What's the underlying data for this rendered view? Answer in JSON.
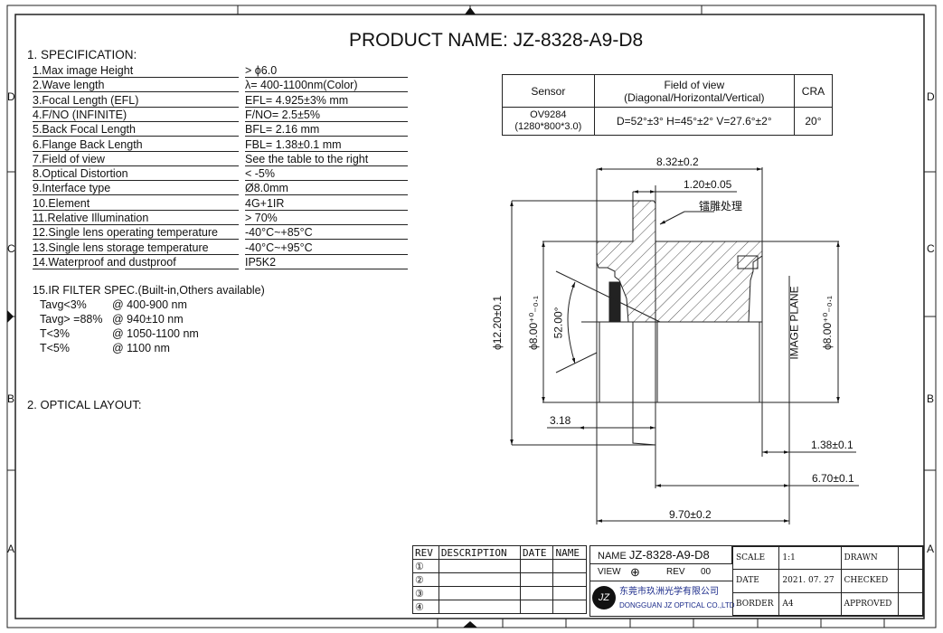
{
  "title": "PRODUCT NAME: JZ-8328-A9-D8",
  "zones": [
    "D",
    "C",
    "B",
    "A"
  ],
  "spec": {
    "heading": "1. SPECIFICATION:",
    "rows": [
      {
        "label": "1.Max image Height",
        "value": "> ϕ6.0"
      },
      {
        "label": "2.Wave length",
        "value": "λ=  400-1100nm(Color)"
      },
      {
        "label": "3.Focal Length (EFL)",
        "value": "EFL= 4.925±3% mm"
      },
      {
        "label": "4.F/NO (INFINITE)",
        "value": "F/NO=  2.5±5%"
      },
      {
        "label": "5.Back Focal Length",
        "value": "BFL= 2.16   mm"
      },
      {
        "label": "6.Flange Back Length",
        "value": "FBL= 1.38±0.1 mm"
      },
      {
        "label": "7.Field of view",
        "value": "See the table to the right"
      },
      {
        "label": "8.Optical Distortion",
        "value": "<  -5%"
      },
      {
        "label": "9.Interface type",
        "value": "Ø8.0mm"
      },
      {
        "label": "10.Element",
        "value": "4G+1IR"
      },
      {
        "label": "11.Relative Illumination",
        "value": ">  70%"
      },
      {
        "label": "12.Single lens operating temperature",
        "value": "-40°C~+85°C"
      },
      {
        "label": "13.Single lens storage temperature",
        "value": "-40°C~+95°C"
      },
      {
        "label": "14.Waterproof and dustproof",
        "value": "IP5K2"
      }
    ]
  },
  "ir": {
    "heading": "15.IR FILTER SPEC.(Built-in,Others available)",
    "rows": [
      {
        "k": "Tavg<3%",
        "v": "@ 400-900 nm"
      },
      {
        "k": "Tavg> =88%",
        "v": "@ 940±10 nm"
      },
      {
        "k": "T<3%",
        "v": "@ 1050-1100 nm"
      },
      {
        "k": "T<5%",
        "v": "@ 1100 nm"
      }
    ]
  },
  "layout_heading": "2. OPTICAL LAYOUT:",
  "fov_table": {
    "h_sensor": "Sensor",
    "h_fov1": "Field of view",
    "h_fov2": "(Diagonal/Horizontal/Vertical)",
    "h_cra": "CRA",
    "sensor1": "OV9284",
    "sensor2": "(1280*800*3.0)",
    "fov": "D=52°±3°   H=45°±2°   V=27.6°±2°",
    "cra": "20°"
  },
  "dims": {
    "d832": "8.32±0.2",
    "d120": "1.20±0.05",
    "note": "镭雕处理",
    "d1220": "ϕ12.20±0.1",
    "d800l": "ϕ8.00⁺⁰₋₀.₁",
    "d800r": "ϕ8.00⁺⁰₋₀.₁",
    "angle": "52.00°",
    "image_plane": "IMAGE PLANE",
    "d318": "3.18",
    "d138": "1.38±0.1",
    "d670": "6.70±0.1",
    "d970": "9.70±0.2"
  },
  "rev_table": {
    "headers": [
      "REV",
      "DESCRIPTION",
      "DATE",
      "NAME"
    ],
    "revs": [
      "①",
      "②",
      "③",
      "④"
    ]
  },
  "title_block": {
    "name_label": "NAME",
    "name": "JZ-8328-A9-D8",
    "view_label": "VIEW",
    "view_symbol": "⊕",
    "rev_label": "REV",
    "rev": "00",
    "company_cn": "东莞市玖洲光学有限公司",
    "company_en": "DONGGUAN JZ OPTICAL CO.,LTD",
    "logo": "JZ",
    "scale_label": "SCALE",
    "scale": "1:1",
    "date_label": "DATE",
    "date": "2021. 07. 27",
    "border_label": "BORDER",
    "border": "A4",
    "drawn": "DRAWN",
    "checked": "CHECKED",
    "approved": "APPROVED"
  }
}
